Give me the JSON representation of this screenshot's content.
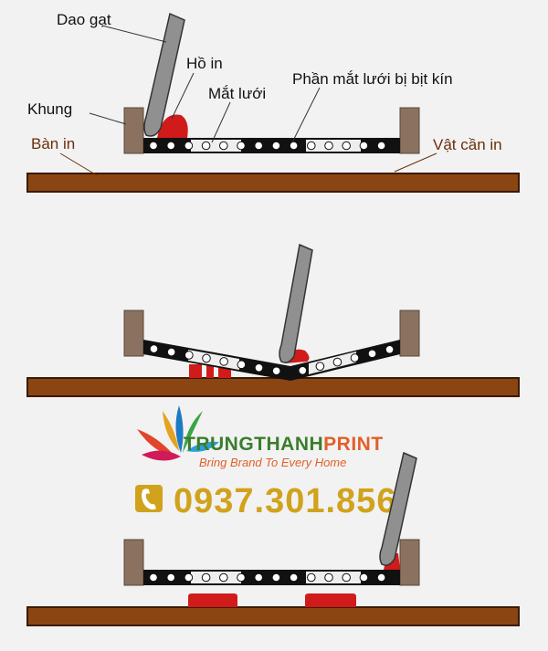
{
  "labels": {
    "squeegee": "Dao gạt",
    "ink": "Hồ in",
    "frame": "Khung",
    "mesh": "Mắt lưới",
    "blocked_mesh": "Phần mắt lưới bị bịt kín",
    "table": "Bàn in",
    "substrate": "Vật cần in"
  },
  "logo": {
    "brand_main": "TRUNGTHANH",
    "brand_accent": "PRINT",
    "tagline": "Bring Brand To Every Home",
    "phone": "0937.301.856"
  },
  "colors": {
    "table": "#8b4513",
    "frame": "#8b7260",
    "mesh": "#111111",
    "ink": "#d11a1a",
    "squeegee": "#909090",
    "brand_green": "#3a7d2c",
    "brand_orange": "#e0602a",
    "phone_gold": "#d1a21c"
  },
  "icons": [
    "phone-icon",
    "brand-logo-icon"
  ]
}
